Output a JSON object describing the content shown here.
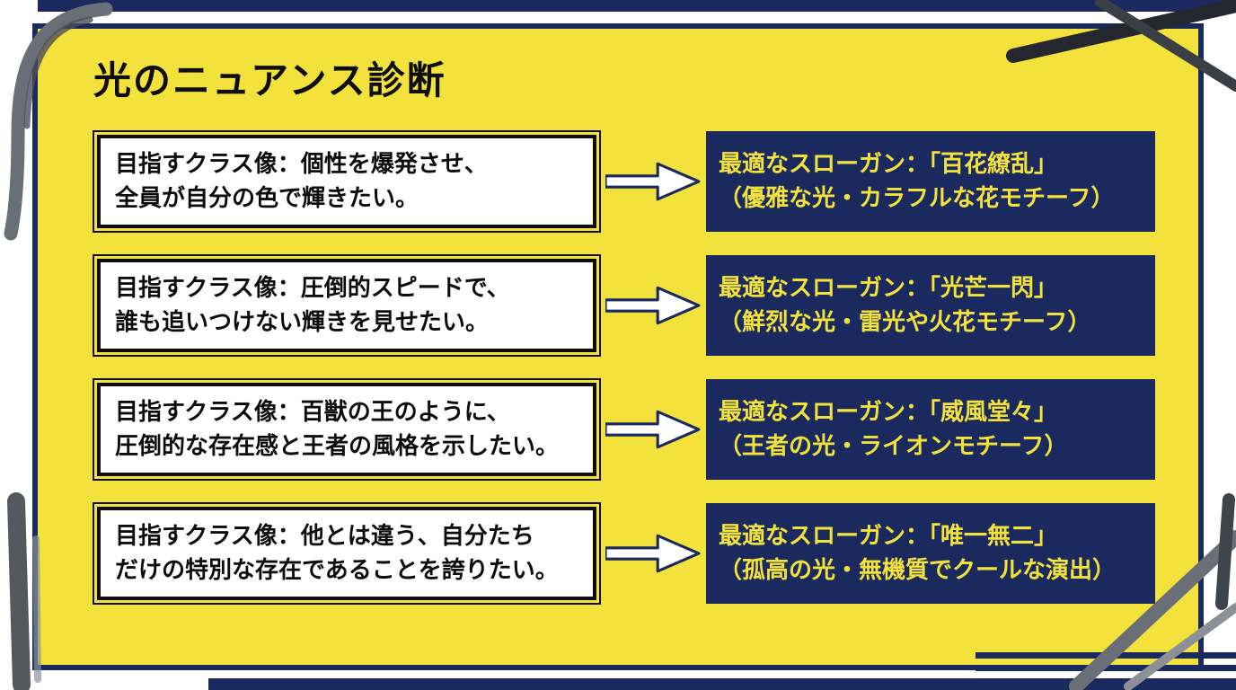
{
  "diagram": {
    "title": "光のニュアンス診断",
    "colors": {
      "background_yellow": "#F3E23C",
      "frame_navy": "#1B2A5E",
      "question_box_bg": "#FFFFFF",
      "question_box_border": "#0E0E0E",
      "slogan_box_bg": "#1B2A5E",
      "slogan_text": "#F3E23C",
      "brush_gray": "#6A6F77",
      "brush_black": "#24272D"
    },
    "rows": [
      {
        "left_line1": "目指すクラス像：個性を爆発させ、",
        "left_line2": "全員が自分の色で輝きたい。",
        "right_line1": "最適なスローガン：「百花繚乱」",
        "right_line2": "（優雅な光・カラフルな花モチーフ）"
      },
      {
        "left_line1": "目指すクラス像：圧倒的スピードで、",
        "left_line2": "誰も追いつけない輝きを見せたい。",
        "right_line1": "最適なスローガン：「光芒一閃」",
        "right_line2": "（鮮烈な光・雷光や火花モチーフ）"
      },
      {
        "left_line1": "目指すクラス像：百獣の王のように、",
        "left_line2": "圧倒的な存在感と王者の風格を示したい。",
        "right_line1": "最適なスローガン：「威風堂々」",
        "right_line2": "（王者の光・ライオンモチーフ）"
      },
      {
        "left_line1": "目指すクラス像：他とは違う、自分たち",
        "left_line2": "だけの特別な存在であることを誇りたい。",
        "right_line1": "最適なスローガン：「唯一無二」",
        "right_line2": "（孤高の光・無機質でクールな演出）"
      }
    ]
  }
}
